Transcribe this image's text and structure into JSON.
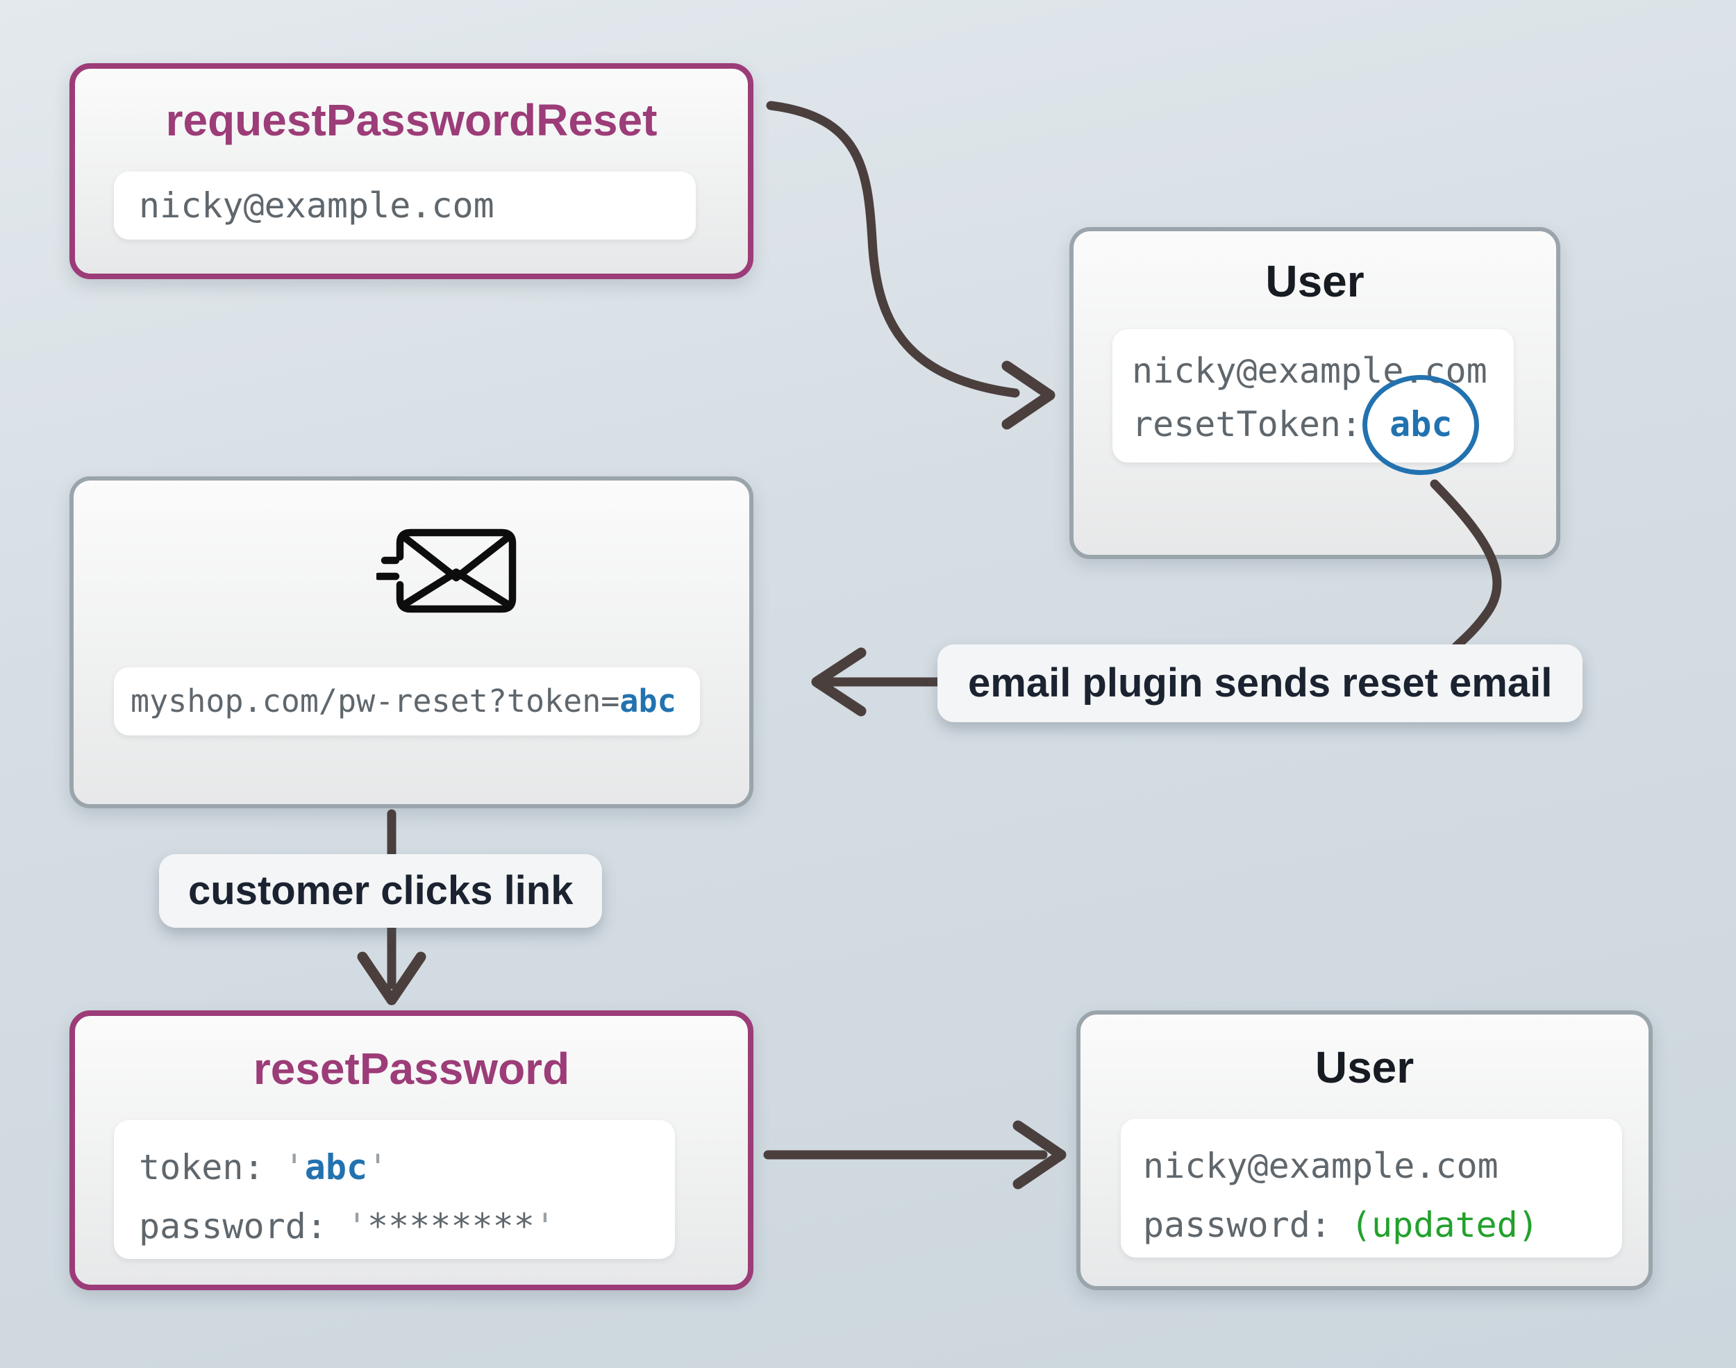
{
  "colors": {
    "accent_purple": "#9c3c78",
    "box_border_gray": "#9aa5ab",
    "token_blue": "#2272b0",
    "updated_green": "#22a12c",
    "mono_gray": "#5f676d",
    "quote_gray": "#98a0a6",
    "label_text": "#1b2230",
    "arrow": "#4b3f3d",
    "background": "#d6dee4"
  },
  "request_box": {
    "title": "requestPasswordReset",
    "email": "nicky@example.com"
  },
  "user_top_box": {
    "title": "User",
    "email": "nicky@example.com",
    "token_key": "resetToken:",
    "token_value": "abc"
  },
  "email_box": {
    "icon": "send-email-icon",
    "url_prefix": "myshop.com/pw-reset?token=",
    "url_token": "abc"
  },
  "reset_box": {
    "title": "resetPassword",
    "token_key": "token:",
    "quote": "'",
    "token_value": "abc",
    "password_key": "password:",
    "password_value": "********"
  },
  "user_bottom_box": {
    "title": "User",
    "email": "nicky@example.com",
    "password_key": "password:",
    "password_value": "(updated)"
  },
  "labels": {
    "email_plugin": "email plugin sends reset email",
    "customer_clicks": "customer clicks link"
  }
}
